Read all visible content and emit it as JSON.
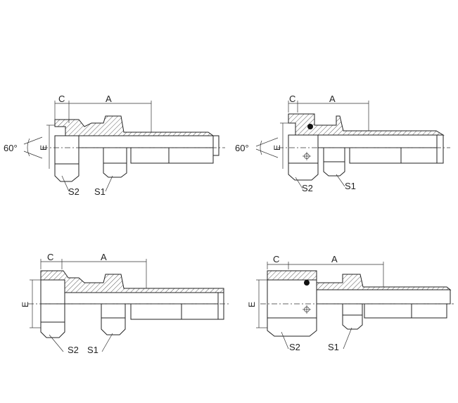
{
  "labels": {
    "dim_c": "C",
    "dim_a": "A",
    "dim_e": "E",
    "size_s1": "S1",
    "size_s2": "S2",
    "angle": "60°"
  }
}
